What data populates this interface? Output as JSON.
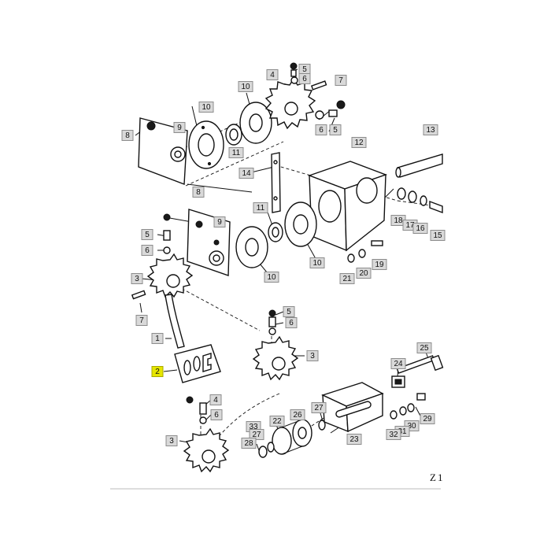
{
  "figure_code": "Z1",
  "highlight_color": "#e6e600",
  "callout_color": "#d9d9d9",
  "callouts": [
    {
      "id": "c-5a",
      "label": "5"
    },
    {
      "id": "c-6a",
      "label": "6"
    },
    {
      "id": "c-7a",
      "label": "7"
    },
    {
      "id": "c-4a",
      "label": "4"
    },
    {
      "id": "c-10a",
      "label": "10"
    },
    {
      "id": "c-10b",
      "label": "10"
    },
    {
      "id": "c-9a",
      "label": "9"
    },
    {
      "id": "c-8a",
      "label": "8"
    },
    {
      "id": "c-11a",
      "label": "11"
    },
    {
      "id": "c-6b",
      "label": "6"
    },
    {
      "id": "c-5b",
      "label": "5"
    },
    {
      "id": "c-13",
      "label": "13"
    },
    {
      "id": "c-12",
      "label": "12"
    },
    {
      "id": "c-14",
      "label": "14"
    },
    {
      "id": "c-8b",
      "label": "8"
    },
    {
      "id": "c-9b",
      "label": "9"
    },
    {
      "id": "c-11b",
      "label": "11"
    },
    {
      "id": "c-5c",
      "label": "5"
    },
    {
      "id": "c-6c",
      "label": "6"
    },
    {
      "id": "c-10c",
      "label": "10"
    },
    {
      "id": "c-10d",
      "label": "10"
    },
    {
      "id": "c-3a",
      "label": "3"
    },
    {
      "id": "c-7b",
      "label": "7"
    },
    {
      "id": "c-1",
      "label": "1"
    },
    {
      "id": "c-18",
      "label": "18"
    },
    {
      "id": "c-17",
      "label": "17"
    },
    {
      "id": "c-16",
      "label": "16"
    },
    {
      "id": "c-15",
      "label": "15"
    },
    {
      "id": "c-19",
      "label": "19"
    },
    {
      "id": "c-20",
      "label": "20"
    },
    {
      "id": "c-21",
      "label": "21"
    },
    {
      "id": "c-5d",
      "label": "5"
    },
    {
      "id": "c-6d",
      "label": "6"
    },
    {
      "id": "c-3b",
      "label": "3"
    },
    {
      "id": "c-2",
      "label": "2",
      "highlighted": true
    },
    {
      "id": "c-4b",
      "label": "4"
    },
    {
      "id": "c-6e",
      "label": "6"
    },
    {
      "id": "c-3c",
      "label": "3"
    },
    {
      "id": "c-25",
      "label": "25"
    },
    {
      "id": "c-24",
      "label": "24"
    },
    {
      "id": "c-27a",
      "label": "27"
    },
    {
      "id": "c-26",
      "label": "26"
    },
    {
      "id": "c-22",
      "label": "22"
    },
    {
      "id": "c-33",
      "label": "33"
    },
    {
      "id": "c-27b",
      "label": "27"
    },
    {
      "id": "c-28",
      "label": "28"
    },
    {
      "id": "c-23",
      "label": "23"
    },
    {
      "id": "c-29",
      "label": "29"
    },
    {
      "id": "c-30",
      "label": "30"
    },
    {
      "id": "c-31",
      "label": "31"
    },
    {
      "id": "c-32",
      "label": "32"
    }
  ]
}
